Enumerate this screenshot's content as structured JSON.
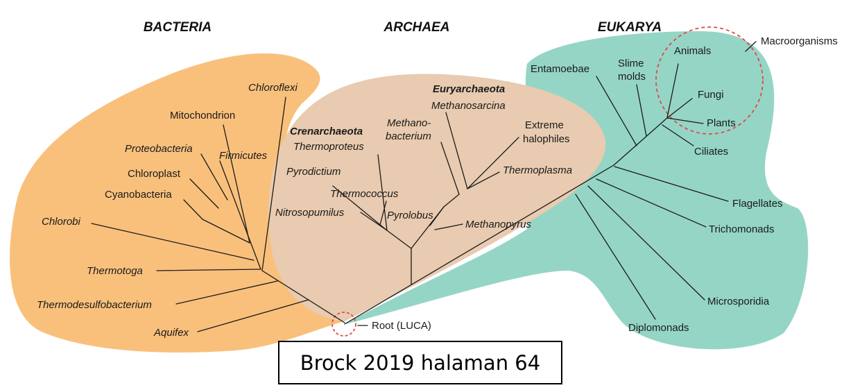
{
  "domains": {
    "bacteria": "BACTERIA",
    "archaea": "ARCHAEA",
    "eukarya": "EUKARYA"
  },
  "colors": {
    "bacteria": "#f9c07c",
    "archaea": "#e8cbb0",
    "eukarya": "#95d5c6",
    "circle": "#e04a4a"
  },
  "bacteria": {
    "chloroflexi": "Chloroflexi",
    "mitochondrion": "Mitochondrion",
    "proteobacteria": "Proteobacteria",
    "firmicutes": "Firmicutes",
    "chloroplast": "Chloroplast",
    "cyanobacteria": "Cyanobacteria",
    "chlorobi": "Chlorobi",
    "thermotoga": "Thermotoga",
    "thermodesulfobacterium": "Thermodesulfobacterium",
    "aquifex": "Aquifex"
  },
  "archaea": {
    "euryarchaeota": "Euryarchaeota",
    "methanosarcina": "Methanosarcina",
    "methanobacterium_1": "Methano-",
    "methanobacterium_2": "bacterium",
    "extreme_1": "Extreme",
    "extreme_2": "halophiles",
    "crenarchaeota": "Crenarchaeota",
    "thermoproteus": "Thermoproteus",
    "pyrodictium": "Pyrodictium",
    "thermococcus": "Thermococcus",
    "thermoplasma": "Thermoplasma",
    "nitrosopumilus": "Nitrosopumilus",
    "pyrolobus": "Pyrolobus",
    "methanopyrus": "Methanopyrus"
  },
  "eukarya": {
    "entamoebae": "Entamoebae",
    "slime_1": "Slime",
    "slime_2": "molds",
    "animals": "Animals",
    "fungi": "Fungi",
    "plants": "Plants",
    "ciliates": "Ciliates",
    "macroorganisms": "Macroorganisms",
    "flagellates": "Flagellates",
    "trichomonads": "Trichomonads",
    "microsporidia": "Microsporidia",
    "diplomonads": "Diplomonads"
  },
  "root": "Root (LUCA)",
  "caption": "Brock 2019 halaman 64"
}
